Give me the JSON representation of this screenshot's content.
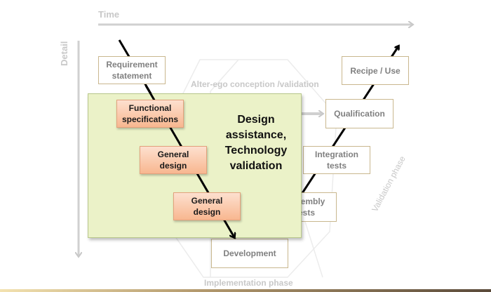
{
  "axes": {
    "time_label": "Time",
    "detail_label": "Detail"
  },
  "phases": {
    "alter_ego": "Alter-ego conception /validation",
    "validation": "Validation phase",
    "implementation": "Implementation phase"
  },
  "panel": {
    "title": "Design assistance, Technology validation",
    "color": "#ebf2c8"
  },
  "boxes": {
    "requirement": "Requirement statement",
    "functional": "Functional specifications",
    "general_design_1": "General design",
    "general_design_2": "General design",
    "development": "Development",
    "assembly": "Assembly tests",
    "integration": "Integration tests",
    "qualification": "Qualification",
    "recipe": "Recipe / Use"
  },
  "colors": {
    "box_border": "#c9b78e",
    "orange_box": "#f8b790",
    "axis_gray": "#c8c8c8"
  }
}
